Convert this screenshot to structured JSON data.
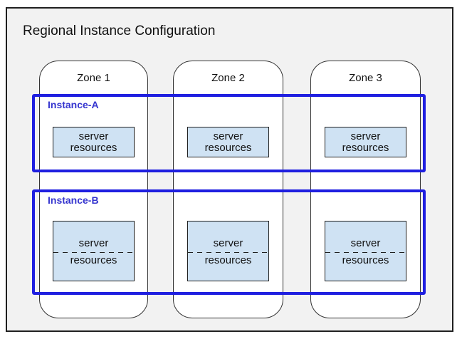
{
  "title": "Regional Instance Configuration",
  "zones": [
    {
      "label": "Zone 1"
    },
    {
      "label": "Zone 2"
    },
    {
      "label": "Zone 3"
    }
  ],
  "instances": [
    {
      "label": "Instance-A",
      "divider": "none",
      "boxes": [
        {
          "line1": "server",
          "line2": "resources"
        },
        {
          "line1": "server",
          "line2": "resources"
        },
        {
          "line1": "server",
          "line2": "resources"
        }
      ]
    },
    {
      "label": "Instance-B",
      "divider": "dashed",
      "boxes": [
        {
          "line1": "server",
          "line2": "resources"
        },
        {
          "line1": "server",
          "line2": "resources"
        },
        {
          "line1": "server",
          "line2": "resources"
        }
      ]
    }
  ],
  "colors": {
    "region_background": "#f2f2f2",
    "region_border": "#1f1f1f",
    "zone_background": "#ffffff",
    "zone_border": "#333333",
    "instance_border": "#1f1fe0",
    "instance_label": "#3535cf",
    "server_box_fill": "#cfe2f3",
    "server_box_border": "#1f1f1f"
  }
}
